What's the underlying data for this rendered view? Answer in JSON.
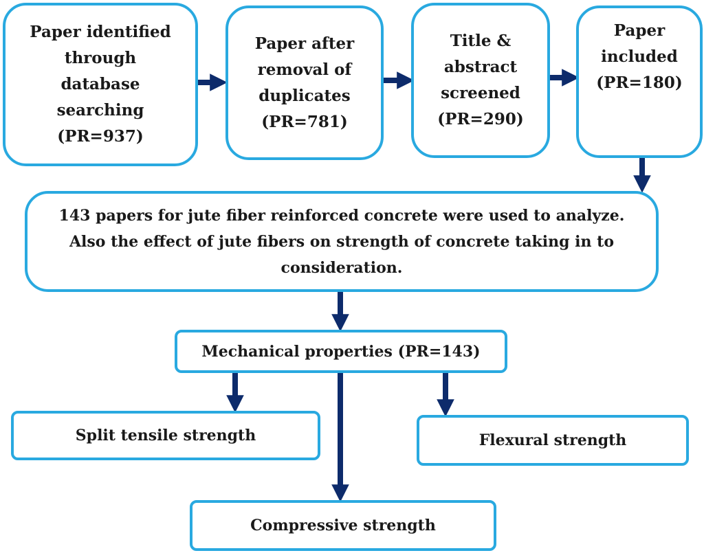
{
  "boxes": {
    "identified": {
      "lines": [
        "Paper identified",
        "through",
        "database",
        "searching",
        "(PR=937)"
      ]
    },
    "after_duplicates": {
      "lines": [
        "Paper after",
        "removal of",
        "duplicates",
        "(PR=781)"
      ]
    },
    "screened": {
      "lines": [
        "Title &",
        "abstract",
        "screened",
        "(PR=290)"
      ]
    },
    "included": {
      "lines": [
        "Paper",
        "included",
        "(PR=180)"
      ]
    },
    "analysis": {
      "lines": [
        "143 papers for jute fiber reinforced concrete were used to analyze.",
        "Also the effect of jute fibers on strength of concrete taking in to",
        "consideration."
      ]
    },
    "mechanical": {
      "label": "Mechanical properties (PR=143)"
    },
    "split_tensile": {
      "label": "Split tensile strength"
    },
    "flexural": {
      "label": "Flexural strength"
    },
    "compressive": {
      "label": "Compressive strength"
    }
  },
  "colors": {
    "border": "#29a9e0",
    "arrow": "#0d2b6b",
    "text": "#1a1a1a"
  }
}
